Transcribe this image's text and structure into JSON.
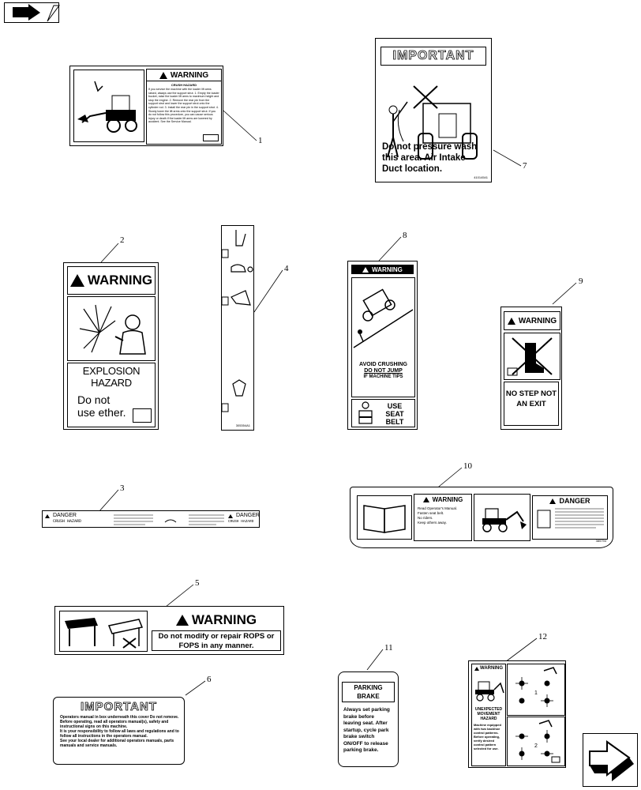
{
  "nav": {
    "prev_icon": "back-arrow-icon",
    "next_icon": "forward-arrow-icon"
  },
  "decal1": {
    "callout": "1",
    "header": "WARNING",
    "subtitle": "CRUSH HAZARD",
    "body": "If you service the machine with the loader lift arms raised, always use the support strut. 1. Empty the loader bucket, raise the loader lift arms to maximum height and stop the engine. 2. Remove the rear pin from the support strut and lower the support strut onto the cylinder rod. 3. Install the rear pin in the support strut. 4. Slowly lower the lift arms onto the support strut. If you do not follow this procedure, you can cause serious injury or death if the loader lift arms are lowered by accident. See the Service Manual."
  },
  "decal7": {
    "callout": "7",
    "title": "IMPORTANT",
    "text": "Do not pressure wash this area. Air Intake Duct location.",
    "part_no": "41014541"
  },
  "decal2": {
    "callout": "2",
    "header": "WARNING",
    "hazard": "EXPLOSION HAZARD",
    "text": "Do not use ether."
  },
  "decal4": {
    "callout": "4",
    "part_no": "305354A1"
  },
  "decal8": {
    "callout": "8",
    "header": "WARNING",
    "line1": "AVOID CRUSHING",
    "line2": "DO NOT JUMP",
    "line3": "IF MACHINE TIPS",
    "seatbelt": "USE SEAT BELT"
  },
  "decal9": {
    "callout": "9",
    "header": "WARNING",
    "text": "NO STEP NOT AN EXIT"
  },
  "decal3": {
    "callout": "3",
    "left_header": "DANGER",
    "left_sub": "CRUSH HAZARD",
    "right_header": "DANGER",
    "right_sub": "CRUSH HAZARD"
  },
  "decal10": {
    "callout": "10",
    "warn_header": "WARNING",
    "warn_items": [
      "Read Operator's Manual.",
      "Fasten seat belt.",
      "No riders.",
      "Keep others away."
    ],
    "danger_header": "DANGER",
    "part_no": "385794"
  },
  "decal5": {
    "callout": "5",
    "header": "WARNING",
    "text": "Do not modify or repair ROPS or FOPS in any manner."
  },
  "decal6": {
    "callout": "6",
    "title": "IMPORTANT",
    "items": [
      "Operators manual in box underneath this cover Do not remove.",
      "Before operating, read all operators manual(s), safety and instructional signs on this machine.",
      "It is your responsibility to follow all laws and regulations and to follow all instructions in the operators manual.",
      "See your local dealer for additional operators manuals, parts manuals and service manuals."
    ]
  },
  "decal11": {
    "callout": "11",
    "title": "PARKING BRAKE",
    "text": "Always set parking brake before leaving seat. After startup, cycle park brake switch ON/OFF to release parking brake."
  },
  "decal12": {
    "callout": "12",
    "header": "WARNING",
    "hazard": "UNEXPECTED MOVEMENT HAZARD",
    "text": "Machine equipped with two backhoe control patterns. Before operating, verify desired control pattern selected for use."
  }
}
